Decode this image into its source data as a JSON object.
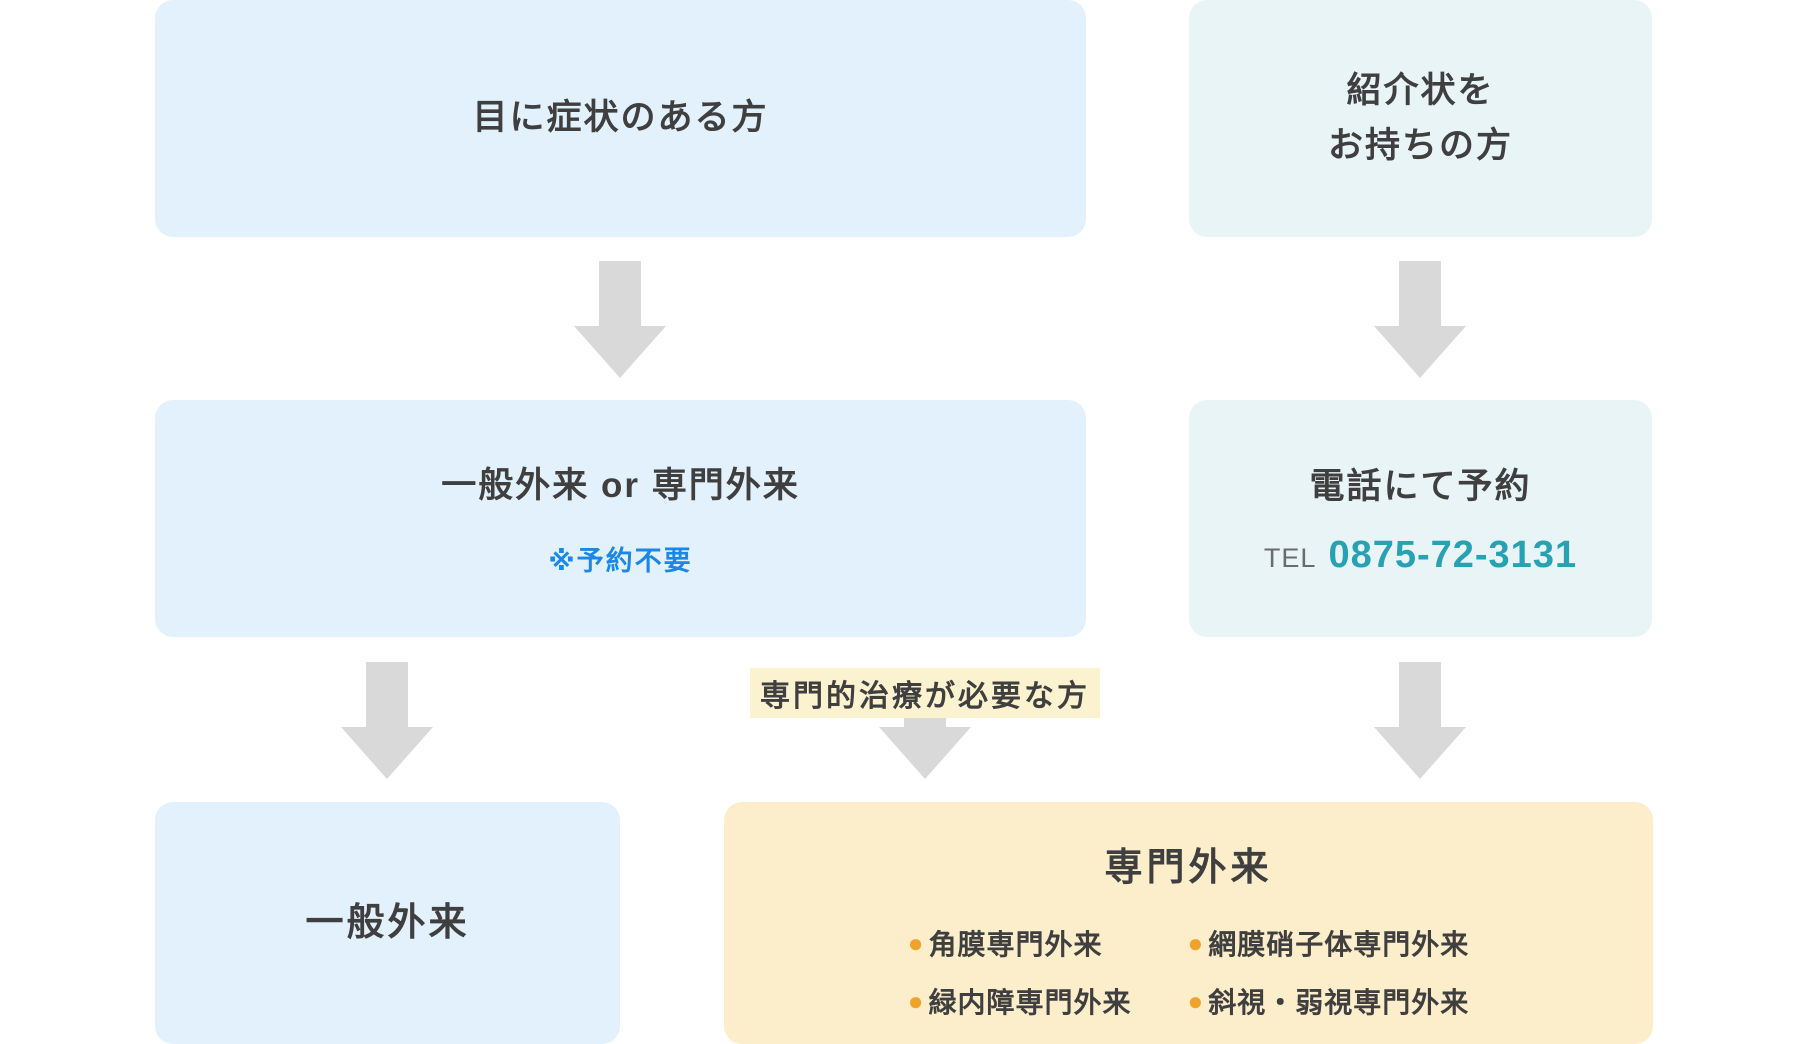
{
  "colors": {
    "box_blue": "#e3f1fc",
    "box_teal": "#e9f4f7",
    "box_orange": "#fcedcb",
    "arrow_gray": "#d9d9d9",
    "text_dark": "#3f3f3f",
    "accent_blue": "#1b87e6",
    "accent_teal": "#28a2b2",
    "highlight_yellow": "#fbf2cf",
    "bullet_orange": "#f0a32a"
  },
  "icons": {
    "bullet": "●"
  },
  "flow": {
    "symptoms_box": {
      "label": "目に症状のある方"
    },
    "referral_box": {
      "line1": "紹介状を",
      "line2": "お持ちの方"
    },
    "choice_box": {
      "title": "一般外来 or 専門外来",
      "note": "※予約不要"
    },
    "phone_box": {
      "title": "電話にて予約",
      "tel_label": "TEL",
      "tel_number": "0875-72-3131"
    },
    "specialist_arrow_label": "専門的治療が必要な方",
    "general_box": {
      "label": "一般外来"
    },
    "specialist_box": {
      "title": "専門外来",
      "items": [
        {
          "label": "角膜専門外来"
        },
        {
          "label": "網膜硝子体専門外来"
        },
        {
          "label": "緑内障専門外来"
        },
        {
          "label": "斜視・弱視専門外来"
        }
      ]
    }
  }
}
